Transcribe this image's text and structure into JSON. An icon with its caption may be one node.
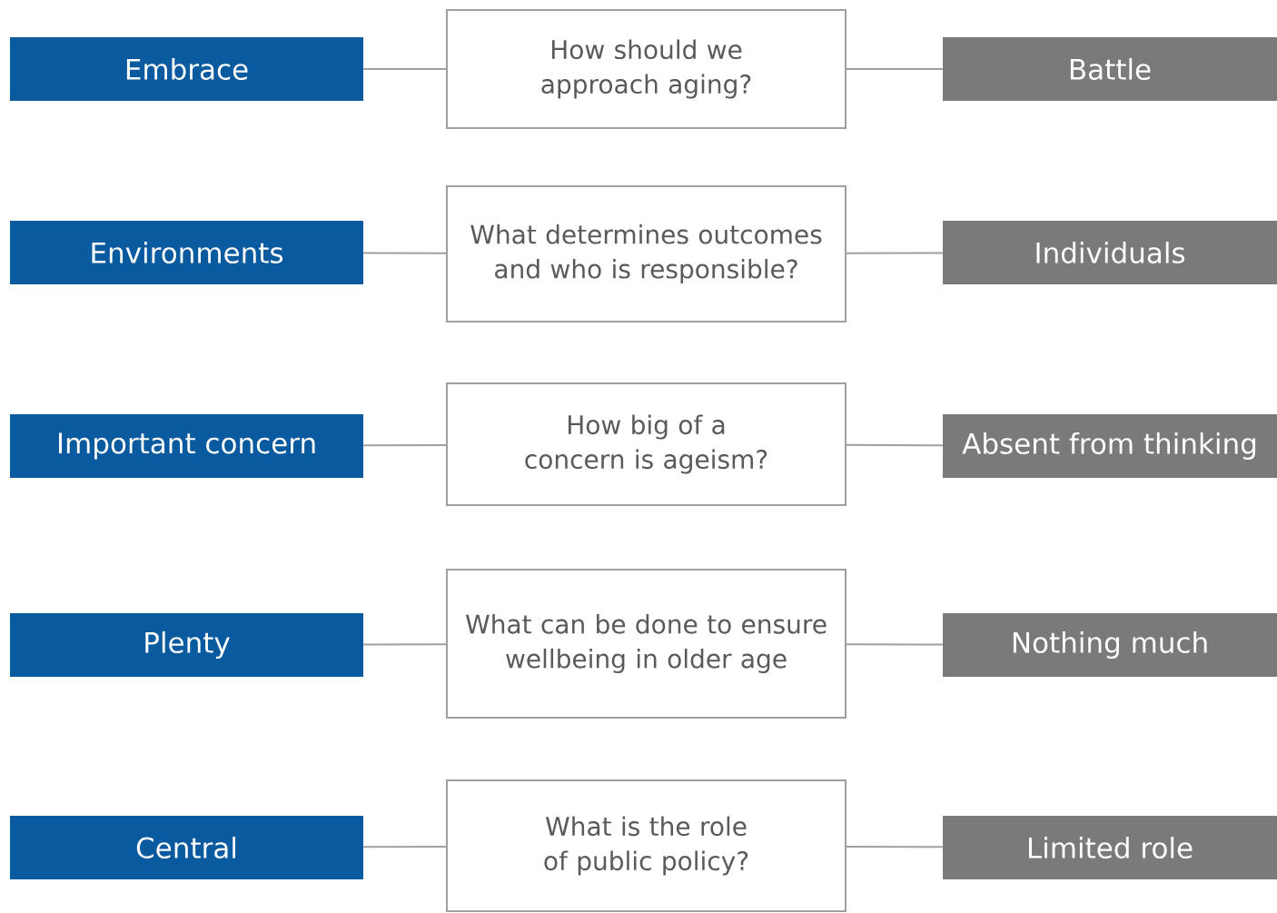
{
  "diagram": {
    "nodes": [
      {
        "text": [
          "Embrace"
        ]
      },
      {
        "text": [
          "How should we approach aging?"
        ]
      },
      {
        "text": [
          "Battle"
        ]
      },
      {
        "text": [
          "Environments"
        ]
      },
      {
        "text": [
          "What determines outcomes and who is responsible?"
        ]
      },
      {
        "text": [
          "Individuals"
        ]
      },
      {
        "text": [
          "Important concern"
        ]
      },
      {
        "text": [
          "How big of a concern is ageism?"
        ]
      },
      {
        "text": [
          "Absent from thinking"
        ]
      },
      {
        "text": [
          "Plenty"
        ]
      },
      {
        "text": [
          "What can be done to ensure wellbeing in older age"
        ]
      },
      {
        "text": [
          "Nothing much"
        ]
      },
      {
        "text": [
          "Central"
        ]
      },
      {
        "text": [
          "What is the role of public policy?"
        ]
      },
      {
        "text": [
          "Limited role"
        ]
      }
    ],
    "edges": [
      {
        "from": 0,
        "to": 1,
        "arrow": "none"
      },
      {
        "from": 1,
        "to": 2,
        "arrow": "none"
      },
      {
        "from": 3,
        "to": 4,
        "arrow": "none"
      },
      {
        "from": 4,
        "to": 5,
        "arrow": "none"
      },
      {
        "from": 6,
        "to": 7,
        "arrow": "none"
      },
      {
        "from": 7,
        "to": 8,
        "arrow": "none"
      },
      {
        "from": 9,
        "to": 10,
        "arrow": "none"
      },
      {
        "from": 10,
        "to": 11,
        "arrow": "none"
      },
      {
        "from": 12,
        "to": 13,
        "arrow": "none"
      },
      {
        "from": 13,
        "to": 14,
        "arrow": "none"
      }
    ]
  }
}
